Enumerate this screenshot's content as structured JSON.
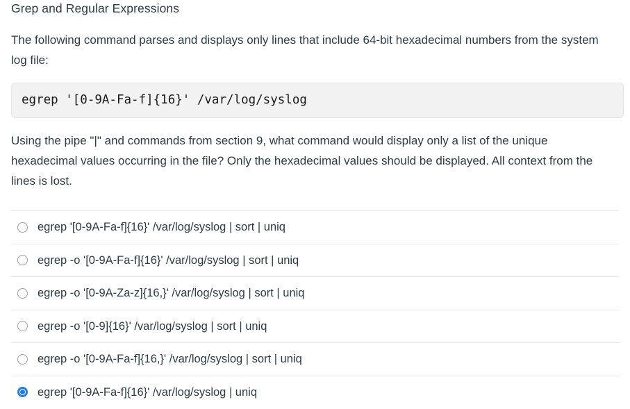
{
  "quiz": {
    "title": "Grep and Regular Expressions",
    "intro_paragraph": "The following command parses and displays only lines that include 64-bit hexadecimal numbers from the system log file:",
    "code_example": "egrep '[0-9A-Fa-f]{16}' /var/log/syslog",
    "question_paragraph": "Using the pipe \"|\" and commands from section 9, what command would display only a list of the unique hexadecimal values occurring in the file?  Only the hexadecimal values should be displayed. All context from the lines is lost.",
    "answers": [
      {
        "label": "egrep '[0-9A-Fa-f]{16}' /var/log/syslog | sort | uniq",
        "selected": false
      },
      {
        "label": "egrep -o '[0-9A-Fa-f]{16}' /var/log/syslog | sort | uniq",
        "selected": false
      },
      {
        "label": "egrep -o '[0-9A-Za-z]{16,}' /var/log/syslog | sort | uniq",
        "selected": false
      },
      {
        "label": "egrep -o '[0-9]{16}' /var/log/syslog | sort | uniq",
        "selected": false
      },
      {
        "label": "egrep -o '[0-9A-Fa-f]{16,}' /var/log/syslog | sort | uniq",
        "selected": false
      },
      {
        "label": "egrep '[0-9A-Fa-f]{16}' /var/log/syslog | uniq",
        "selected": true
      }
    ]
  },
  "colors": {
    "text": "#2d3b45",
    "selected_radio": "#1e7fe8",
    "radio_border": "#9ba1a6",
    "divider": "#e2e4e6",
    "code_bg": "#f2f2f3",
    "code_border": "#e3e5e7"
  }
}
